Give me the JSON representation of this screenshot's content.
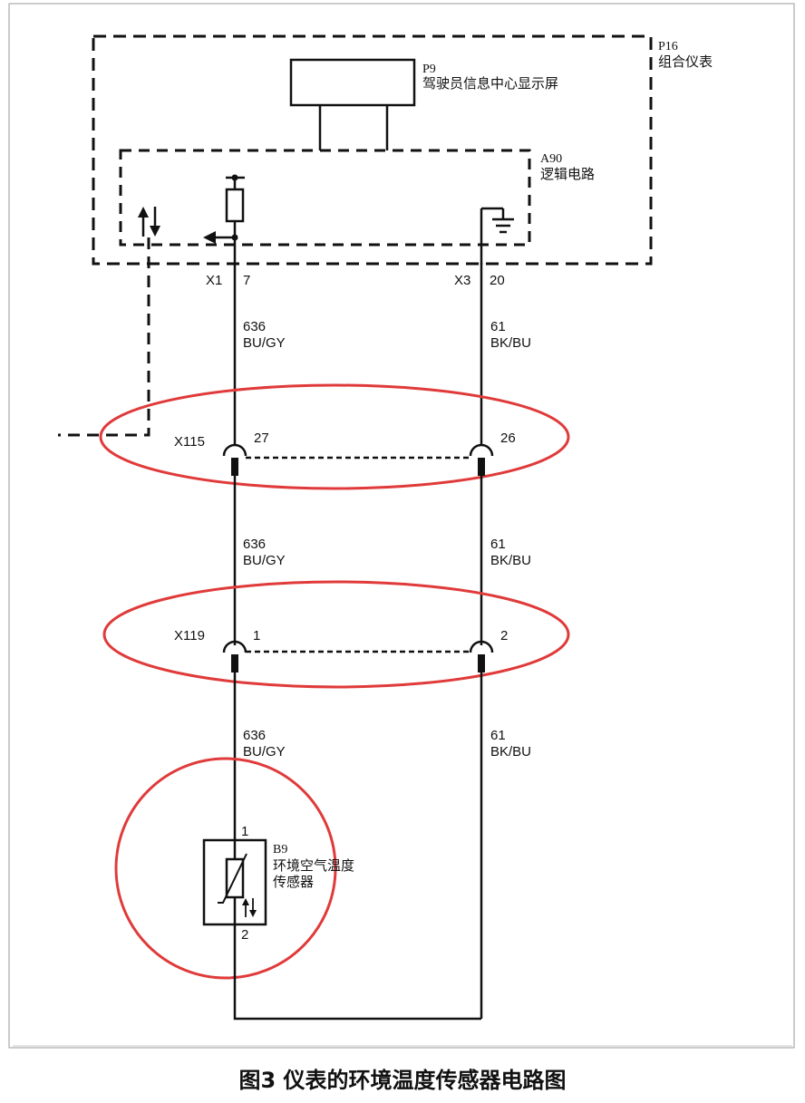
{
  "colors": {
    "line": "#111111",
    "highlight": "#e03a3a",
    "frame": "#9a9a9a"
  },
  "modules": {
    "p16": {
      "id": "P16",
      "name": "组合仪表"
    },
    "p9": {
      "id": "P9",
      "name": "驾驶员信息中心显示屏"
    },
    "a90": {
      "id": "A90",
      "name": "逻辑电路"
    },
    "b9": {
      "id": "B9",
      "name_line1": "环境空气温度",
      "name_line2": "传感器",
      "pin_top": "1",
      "pin_bottom": "2"
    }
  },
  "connectors": {
    "x1": {
      "name": "X1",
      "pin": "7"
    },
    "x3": {
      "name": "X3",
      "pin": "20"
    },
    "x115": {
      "name": "X115",
      "pin_left": "27",
      "pin_right": "26"
    },
    "x119": {
      "name": "X119",
      "pin_left": "1",
      "pin_right": "2"
    }
  },
  "wires": {
    "left": {
      "circuit": "636",
      "color": "BU/GY"
    },
    "right": {
      "circuit": "61",
      "color": "BK/BU"
    }
  },
  "caption": "图3 仪表的环境温度传感器电路图"
}
